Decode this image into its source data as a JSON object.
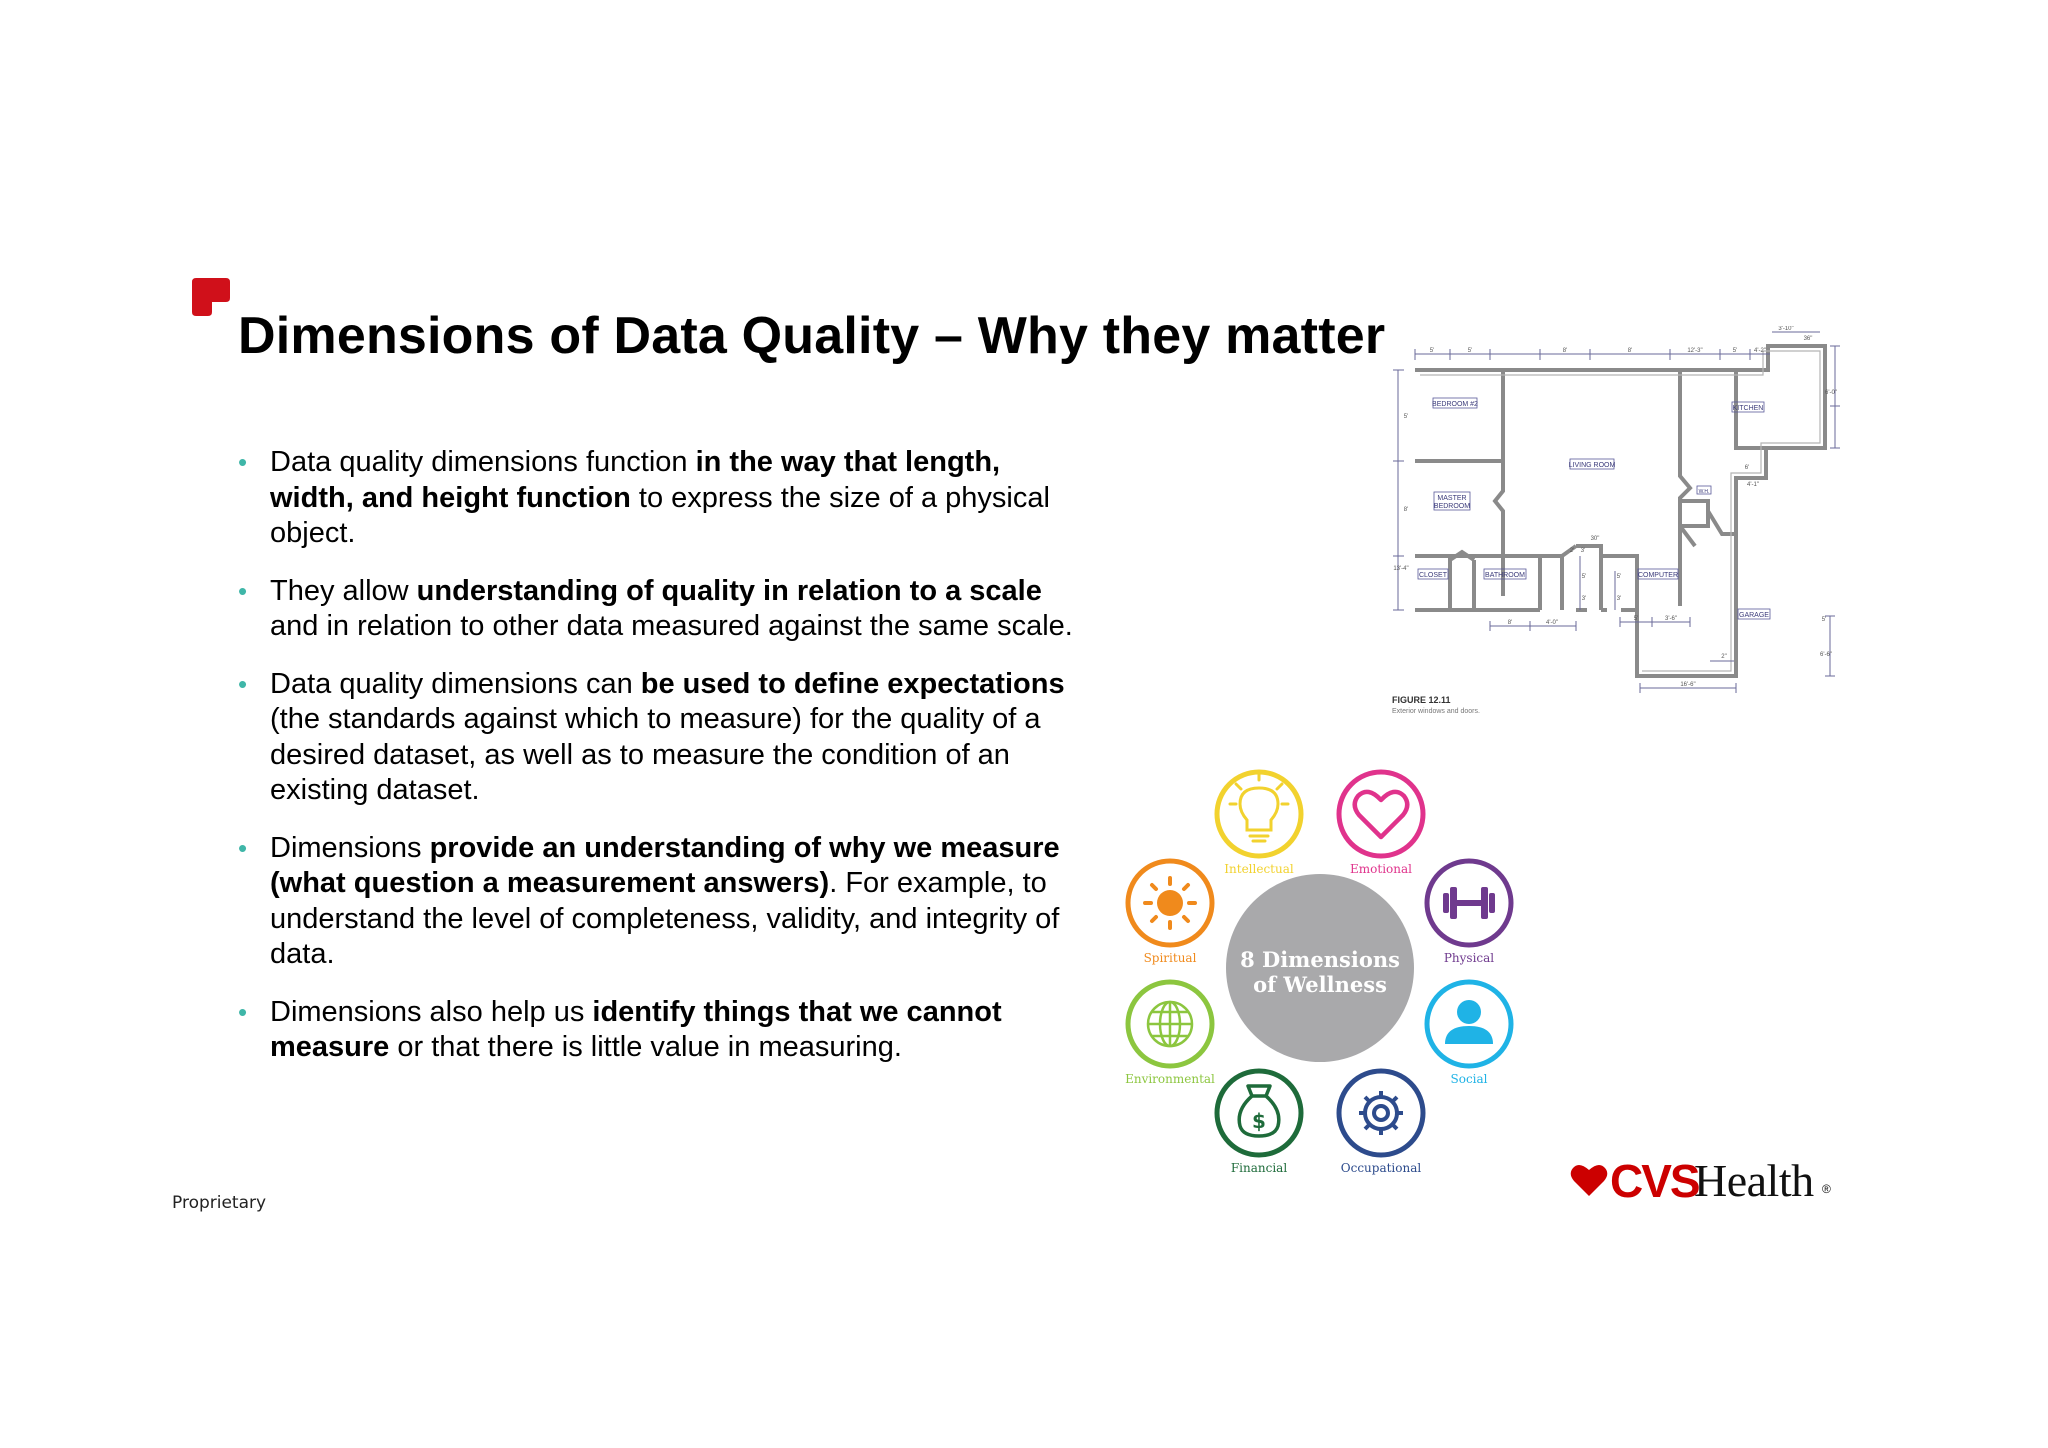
{
  "title": "Dimensions of Data Quality – Why they matter",
  "bullets": [
    [
      {
        "t": "Data quality dimensions function ",
        "b": false
      },
      {
        "t": "in the way that length, width, and height function",
        "b": true
      },
      {
        "t": " to express the size of a physical object.",
        "b": false
      }
    ],
    [
      {
        "t": "They allow ",
        "b": false
      },
      {
        "t": "understanding of quality in relation to a scale",
        "b": true
      },
      {
        "t": " and in relation to other data measured against the same scale.",
        "b": false
      }
    ],
    [
      {
        "t": "Data quality dimensions can ",
        "b": false
      },
      {
        "t": "be used to define expectations",
        "b": true
      },
      {
        "t": " (the standards against which to measure) for the quality of a desired dataset, as well as to measure the condition of an existing dataset.",
        "b": false
      }
    ],
    [
      {
        "t": "Dimensions ",
        "b": false
      },
      {
        "t": "provide an understanding of why we measure (what question a measurement answers)",
        "b": true
      },
      {
        "t": ". For example, to understand the level of completeness, validity, and integrity of data.",
        "b": false
      }
    ],
    [
      {
        "t": "Dimensions also help us ",
        "b": false
      },
      {
        "t": "identify things that we cannot measure",
        "b": true
      },
      {
        "t": " or that there is little value in measuring.",
        "b": false
      }
    ]
  ],
  "bullet_symbol": "•",
  "floorplan": {
    "rooms": [
      "BEDROOM #2",
      "MASTER BEDROOM",
      "LIVING ROOM",
      "KITCHEN",
      "CLOSET",
      "BATHROOM",
      "COMPUTER",
      "GARAGE",
      "W.H."
    ],
    "dims_top": [
      "5'",
      "5'",
      "8'",
      "8'",
      "12'-3\"",
      "5'",
      "4'-2\"",
      "3'-10\"",
      "36\""
    ],
    "dims_left": [
      "5'",
      "8'",
      "13'-4\""
    ],
    "dims_right": [
      "6'-0\"",
      "6'",
      "4'-1\"",
      "5'",
      "6'-6\""
    ],
    "dims_inner": [
      "2'",
      "3'",
      "30\"",
      "5'",
      "3'",
      "5'",
      "3'"
    ],
    "dims_bottom": [
      "8'",
      "4'-0\"",
      "5'",
      "3'-6\"",
      "16'-6\"",
      "2\""
    ],
    "figure_label": "FIGURE 12.11",
    "figure_caption": "Exterior windows and doors."
  },
  "wellness": {
    "center_line1": "8 Dimensions",
    "center_line2": "of Wellness",
    "center_color": "#a9a9ab",
    "dimensions": [
      {
        "label": "Intellectual",
        "color": "#f2d22e",
        "icon": "lightbulb-icon"
      },
      {
        "label": "Emotional",
        "color": "#e0338c",
        "icon": "heart-icon"
      },
      {
        "label": "Physical",
        "color": "#6f3a8e",
        "icon": "dumbbell-icon"
      },
      {
        "label": "Social",
        "color": "#1fb3e6",
        "icon": "person-icon"
      },
      {
        "label": "Occupational",
        "color": "#2d4b8c",
        "icon": "gear-icon"
      },
      {
        "label": "Financial",
        "color": "#1e6b3a",
        "icon": "money-bag-icon"
      },
      {
        "label": "Environmental",
        "color": "#8cc63f",
        "icon": "globe-icon"
      },
      {
        "label": "Spiritual",
        "color": "#f08a1c",
        "icon": "sun-icon"
      }
    ]
  },
  "footer": "Proprietary",
  "brand": {
    "cvs": "CVS",
    "health": "Health",
    "reg": "®",
    "color": "#cc0000"
  },
  "accent_color": "#d0101a"
}
